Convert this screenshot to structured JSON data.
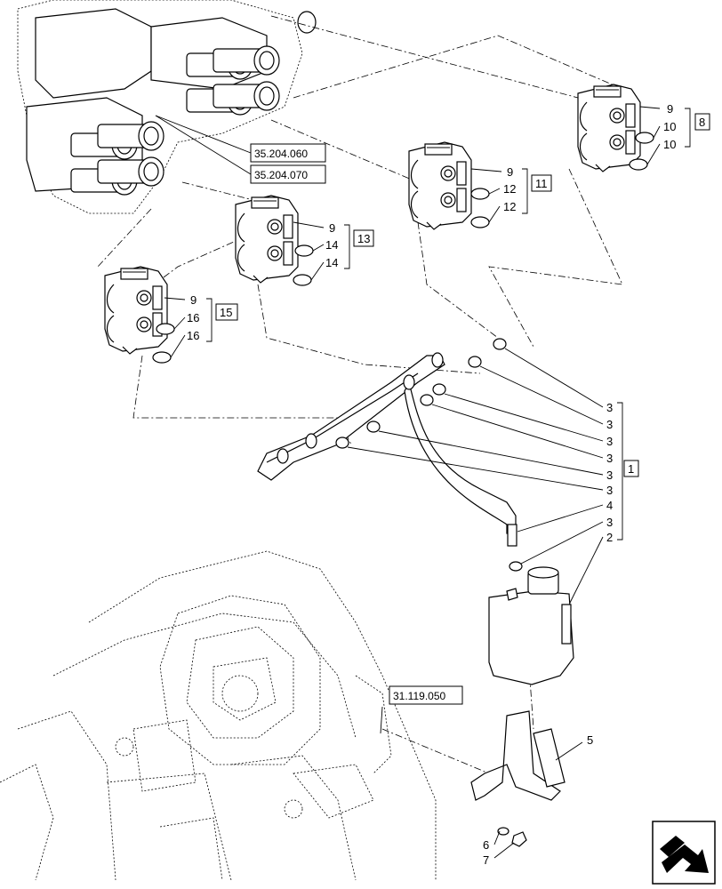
{
  "ref_labels": {
    "r1": "35.204.060",
    "r2": "35.204.070",
    "r3": "31.119.050"
  },
  "group_labels": {
    "g8": "8",
    "g11": "11",
    "g13": "13",
    "g15": "15",
    "g1": "1"
  },
  "callouts": {
    "v8": [
      "9",
      "10",
      "10"
    ],
    "v11": [
      "9",
      "12",
      "12"
    ],
    "v13": [
      "9",
      "14",
      "14"
    ],
    "v15": [
      "9",
      "16",
      "16"
    ],
    "hose": [
      "3",
      "3",
      "3",
      "3",
      "3",
      "3",
      "4",
      "3",
      "2"
    ],
    "bracket": "5",
    "washer": "6",
    "nut": "7"
  },
  "nav_icon": "next-page-arrow-icon"
}
